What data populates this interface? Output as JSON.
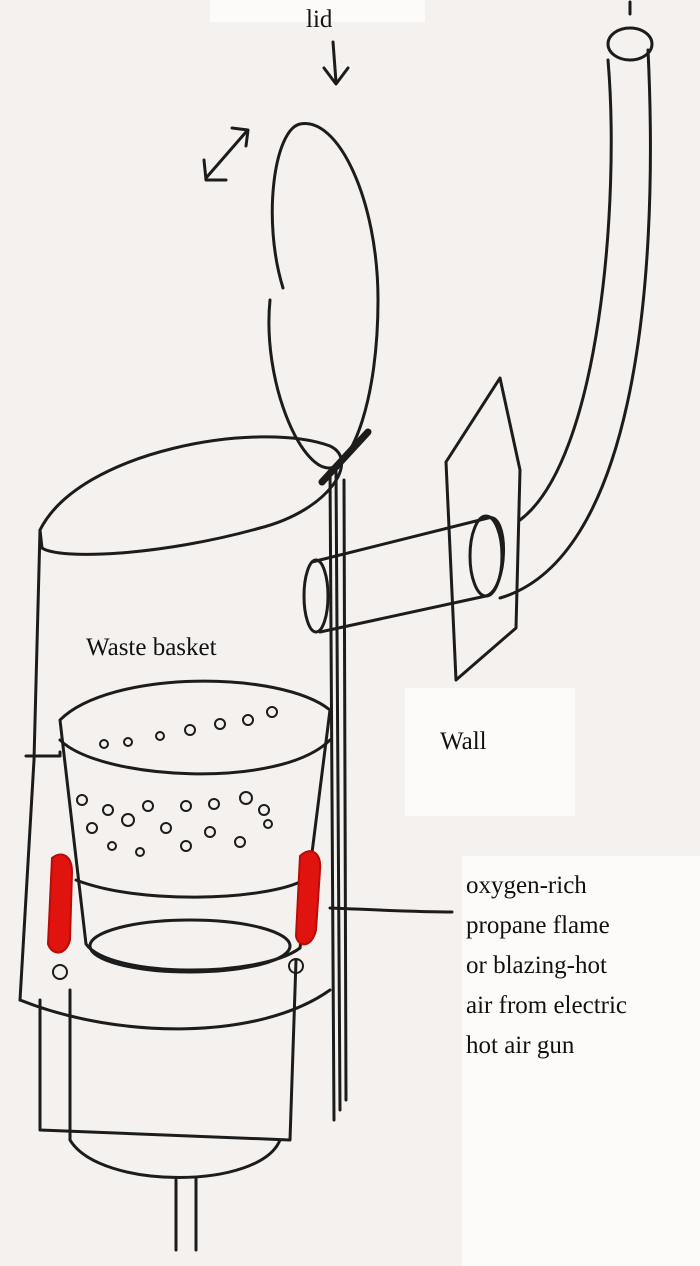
{
  "labels": {
    "lid": "lid",
    "waste_basket": "Waste basket",
    "wall": "Wall",
    "flame_note": [
      "oxygen-rich",
      "propane flame",
      "or blazing-hot",
      "air from electric",
      "hot air gun"
    ]
  },
  "colors": {
    "paper": "#f4f1ee",
    "ink": "#1c1c1c",
    "heater": "#e0130f"
  },
  "icons": [
    "down-arrow-icon",
    "rotate-arrow-icon"
  ]
}
